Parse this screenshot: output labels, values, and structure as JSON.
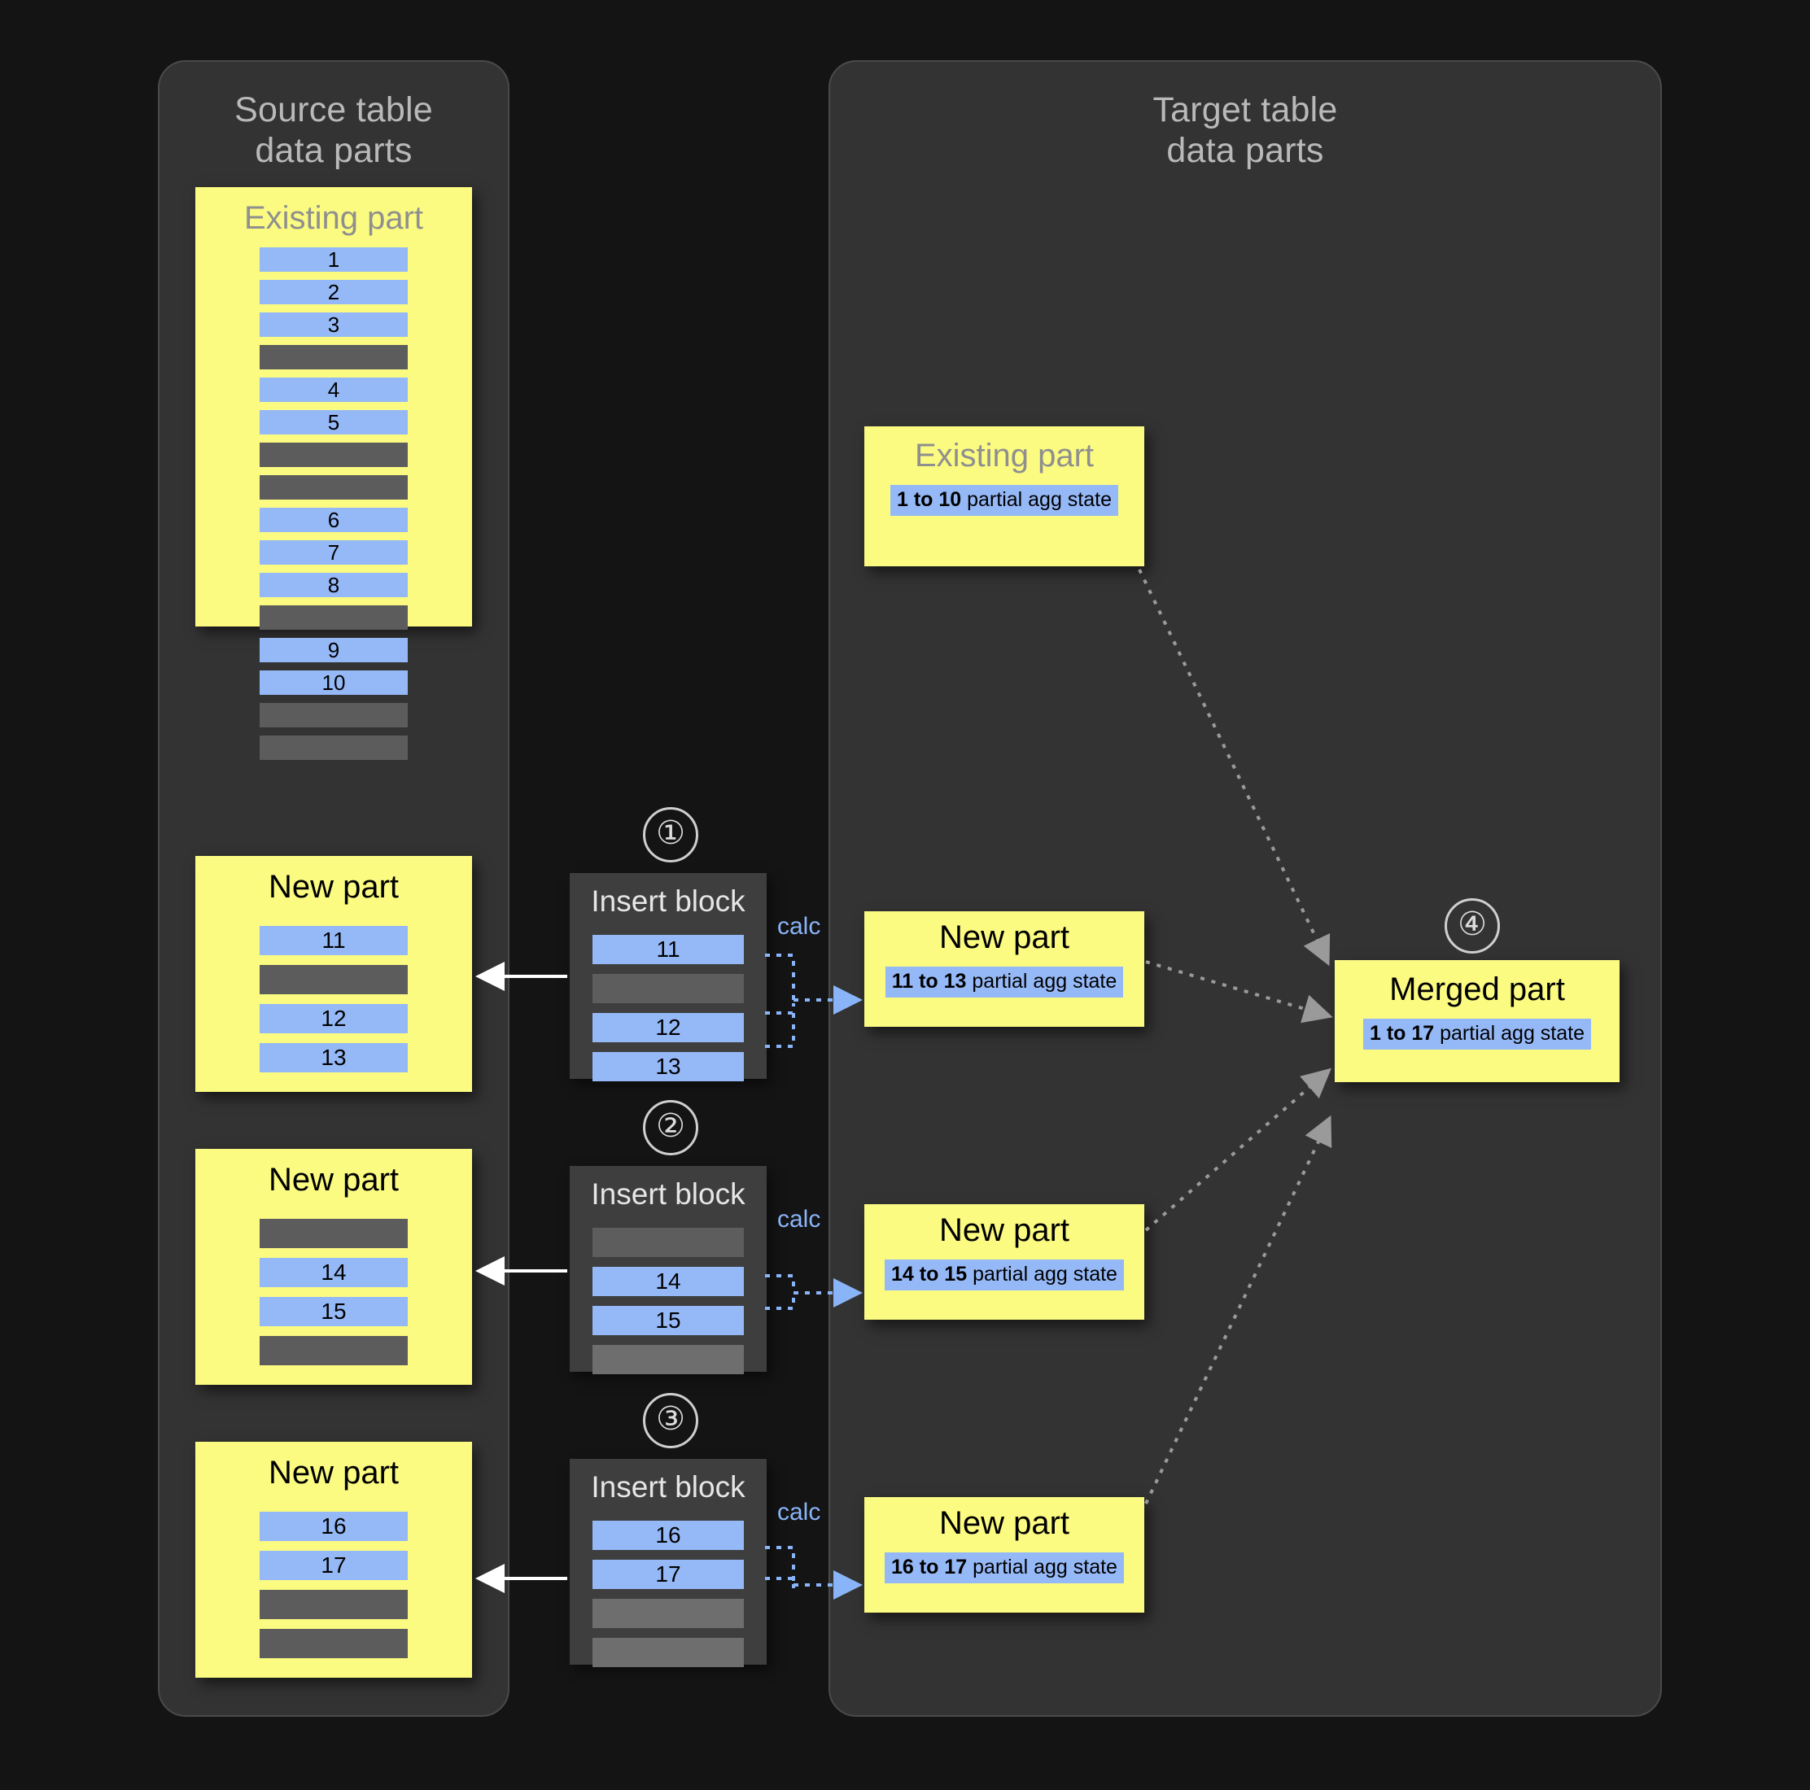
{
  "panels": {
    "source": {
      "title": "Source table\ndata parts"
    },
    "target": {
      "title": "Target table\ndata parts"
    }
  },
  "source_parts": [
    {
      "title": "Existing part",
      "rows": [
        "1",
        "2",
        "3",
        "",
        "4",
        "5",
        "",
        "",
        "6",
        "7",
        "8",
        "",
        "9",
        "10",
        "",
        ""
      ]
    },
    {
      "title": "New part",
      "rows": [
        "11",
        "",
        "12",
        "13"
      ]
    },
    {
      "title": "New part",
      "rows": [
        "",
        "14",
        "15",
        ""
      ]
    },
    {
      "title": "New part",
      "rows": [
        "16",
        "17",
        "",
        ""
      ]
    }
  ],
  "insert_blocks": [
    {
      "step": "①",
      "title": "Insert block",
      "rows": [
        "11",
        "",
        "12",
        "13"
      ],
      "calc_label": "calc"
    },
    {
      "step": "②",
      "title": "Insert block",
      "rows": [
        "",
        "14",
        "15",
        ""
      ],
      "calc_label": "calc"
    },
    {
      "step": "③",
      "title": "Insert block",
      "rows": [
        "16",
        "17",
        "",
        ""
      ],
      "calc_label": "calc"
    }
  ],
  "target_parts": [
    {
      "title": "Existing part",
      "range": "1 to 10",
      "state": " partial agg state"
    },
    {
      "title": "New part",
      "range": "11 to 13",
      "state": " partial agg state"
    },
    {
      "title": "New part",
      "range": "14 to 15",
      "state": " partial agg state"
    },
    {
      "title": "New part",
      "range": "16 to 17",
      "state": " partial agg state"
    }
  ],
  "merged_part": {
    "step": "④",
    "title": "Merged part",
    "range": "1 to 17",
    "state": " partial agg state"
  },
  "colors": {
    "background": "#141414",
    "panel": "#333333",
    "part_yellow": "#fbfb82",
    "row_blue": "#95b8f6",
    "row_gray": "#5c5c5c",
    "accent_blue": "#8ab4f8",
    "arrow_gray": "#9a9a9a",
    "arrow_white": "#ffffff"
  }
}
